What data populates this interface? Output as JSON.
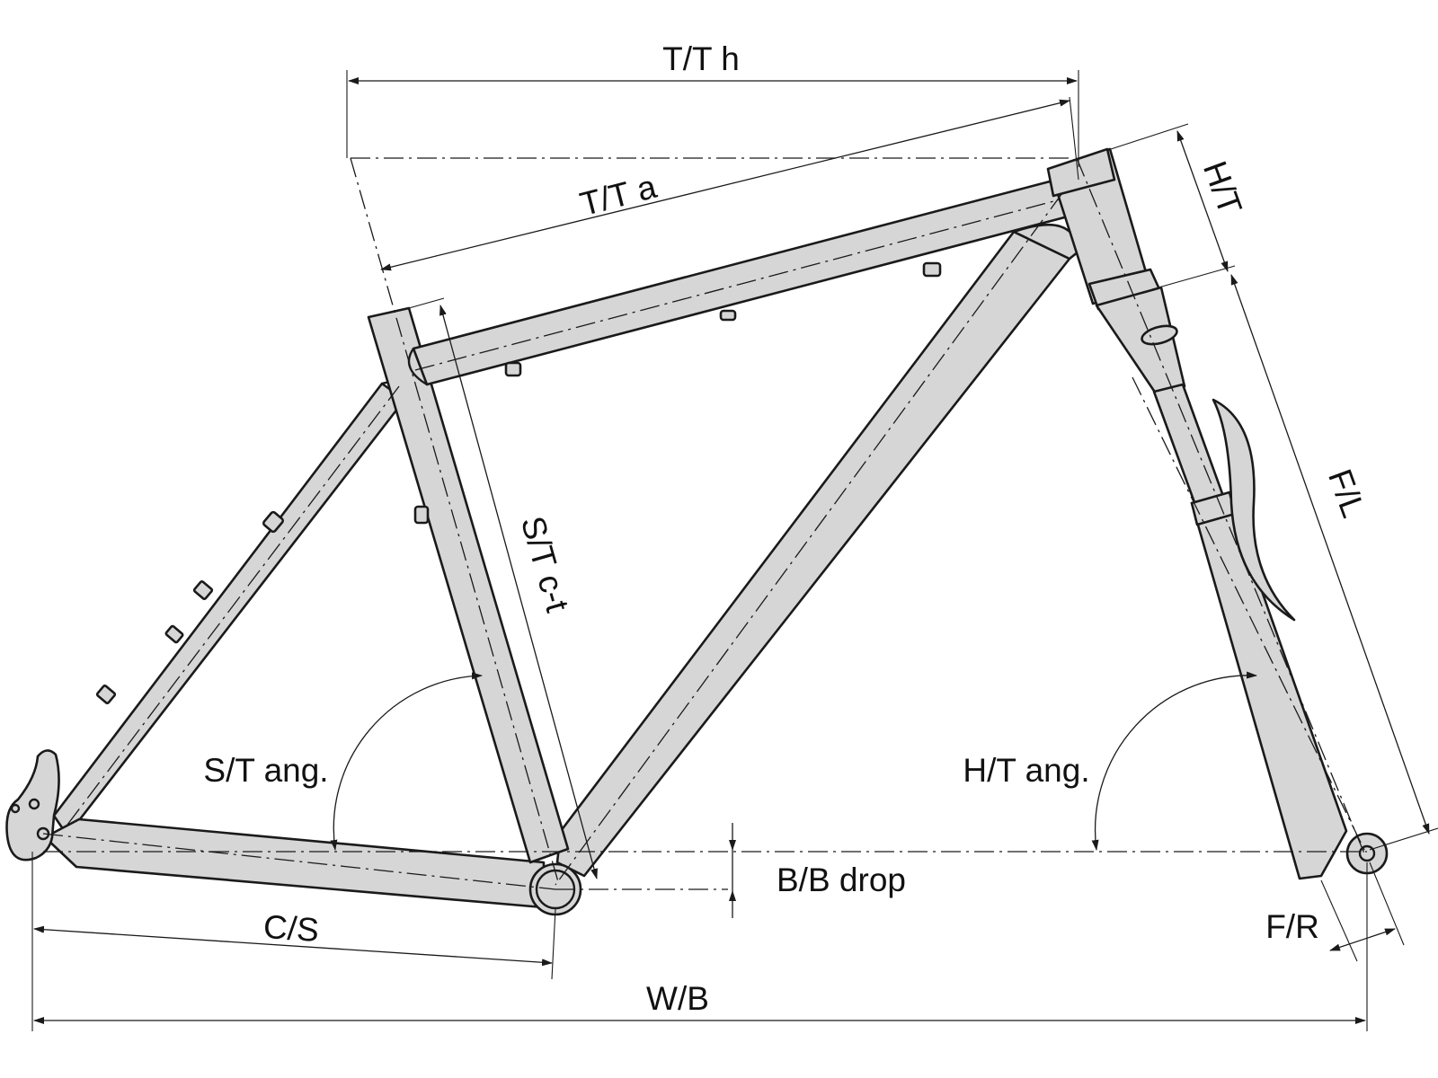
{
  "diagram": {
    "labels": {
      "top_tube_horizontal": "T/T h",
      "top_tube_actual": "T/T a",
      "head_tube": "H/T",
      "fork_length": "F/L",
      "seat_tube_ct": "S/T c-t",
      "seat_tube_angle": "S/T ang.",
      "head_tube_angle": "H/T ang.",
      "bb_drop": "B/B drop",
      "chainstay": "C/S",
      "fork_rake": "F/R",
      "wheelbase": "W/B"
    },
    "colors": {
      "tube_fill": "#d6d6d6",
      "line": "#1a1a1a",
      "background": "#ffffff"
    }
  }
}
